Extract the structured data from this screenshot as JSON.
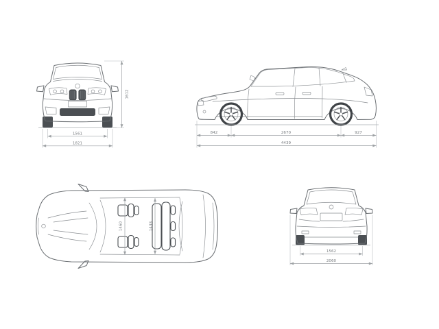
{
  "colors": {
    "body_line": "#6a6e72",
    "detail_line": "#888c90",
    "dark_fill": "#4b4f53",
    "dimension_line": "#9da1a4",
    "dimension_text": "#797d81",
    "background": "#ffffff"
  },
  "front_view": {
    "track": "1561",
    "overall_width": "1821",
    "overall_height": "1612"
  },
  "side_view": {
    "front_overhang": "842",
    "wheelbase": "2670",
    "rear_overhang": "927",
    "overall_length": "4439"
  },
  "top_view": {
    "interior_width_front": "1460",
    "interior_width_rear": "1433"
  },
  "rear_view": {
    "track": "1562",
    "width_incl_mirrors": "2060"
  }
}
